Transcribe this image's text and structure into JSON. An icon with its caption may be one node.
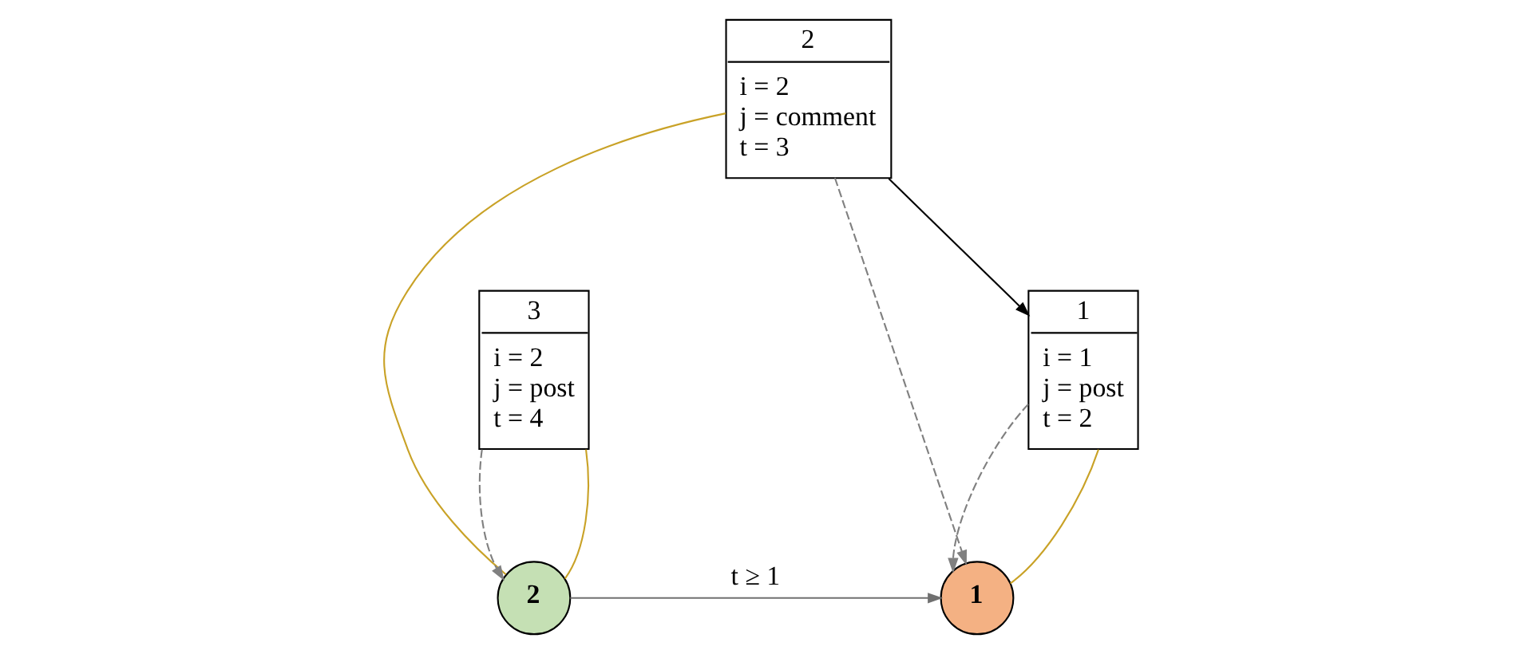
{
  "diagram": {
    "nodes": [
      {
        "text": [
          "1"
        ]
      },
      {
        "text": [
          "2"
        ]
      },
      {
        "text": [
          "1",
          "i = 1",
          "j = post",
          "t = 2"
        ]
      },
      {
        "text": [
          "2",
          "i = 2",
          "j = comment",
          "t = 3"
        ]
      },
      {
        "text": [
          "3",
          "i = 2",
          "j = post",
          "t = 4"
        ]
      }
    ],
    "edges": [
      {
        "from": 1,
        "to": 0,
        "arrow": "to",
        "label": "t ≥ 1",
        "color": "#707070"
      },
      {
        "from": 2,
        "to": 0,
        "arrow": "to",
        "style": "dashed",
        "color": "#808080"
      },
      {
        "from": 2,
        "to": 0,
        "arrow": "none",
        "color": "#c9a227"
      },
      {
        "from": 3,
        "to": 0,
        "arrow": "to",
        "style": "dashed",
        "color": "#808080"
      },
      {
        "from": 3,
        "to": 1,
        "arrow": "none",
        "color": "#c9a227"
      },
      {
        "from": 4,
        "to": 1,
        "arrow": "to",
        "style": "dashed",
        "color": "#808080"
      },
      {
        "from": 4,
        "to": 1,
        "arrow": "none",
        "color": "#c9a227"
      },
      {
        "from": 3,
        "to": 2,
        "arrow": "to",
        "color": "#000000"
      }
    ]
  }
}
